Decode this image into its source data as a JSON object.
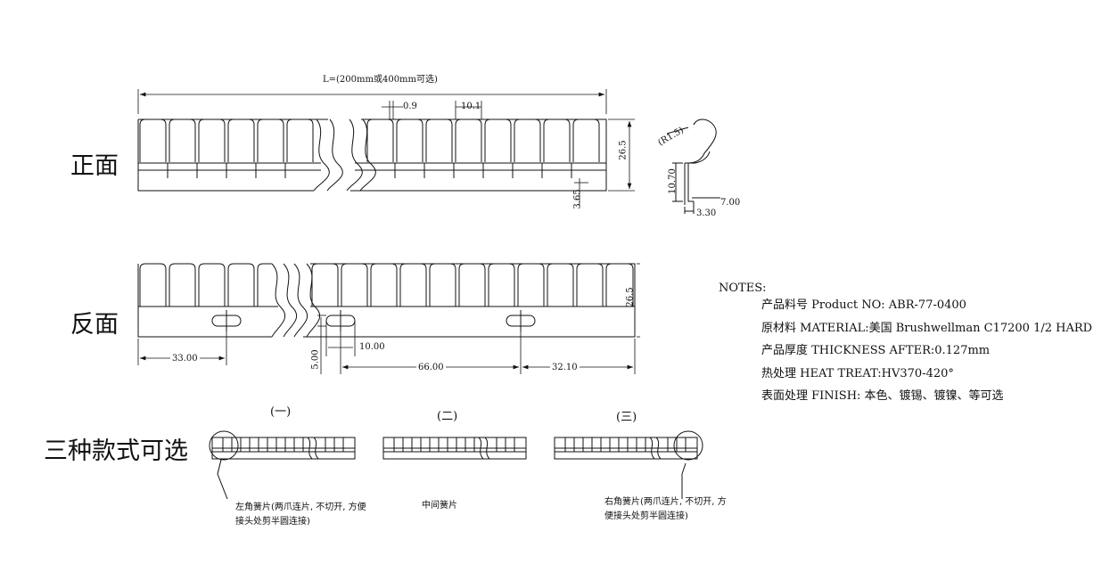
{
  "views": {
    "front_label": "正面",
    "back_label": "反面",
    "styles_label": "三种款式可选"
  },
  "dimensions": {
    "length": "L=(200mm或400mm可选)",
    "gap": "0.9",
    "pitch": "10.1",
    "height_front": "26.5",
    "bottom": "3.65",
    "radius": "(R1.5)",
    "profile_h": "10.70",
    "profile_w": "7.00",
    "profile_base": "3.30",
    "height_back": "26.5",
    "slot_offset": "33.00",
    "slot_w": "10.00",
    "slot_h": "5.00",
    "slot_pitch": "66.00",
    "slot_end": "32.10"
  },
  "notes": {
    "heading": "NOTES:",
    "items": [
      "产品料号 Product NO: ABR-77-0400",
      "原材料 MATERIAL:美国 Brushwellman C17200 1/2 HARD",
      "产品厚度 THICKNESS AFTER:0.127mm",
      "热处理 HEAT TREAT:HV370-420°",
      "表面处理 FINISH: 本色、镀锡、镀镍、等可选"
    ]
  },
  "styles": {
    "s1": {
      "num": "(一)",
      "caption_line1": "左角簧片(两爪连片, 不切开, 方便",
      "caption_line2": "接头处剪半圆连接)"
    },
    "s2": {
      "num": "(二)",
      "caption_line1": "中间簧片"
    },
    "s3": {
      "num": "(三)",
      "caption_line1": "右角簧片(两爪连片, 不切开, 方",
      "caption_line2": "便接头处剪半圆连接)"
    }
  }
}
